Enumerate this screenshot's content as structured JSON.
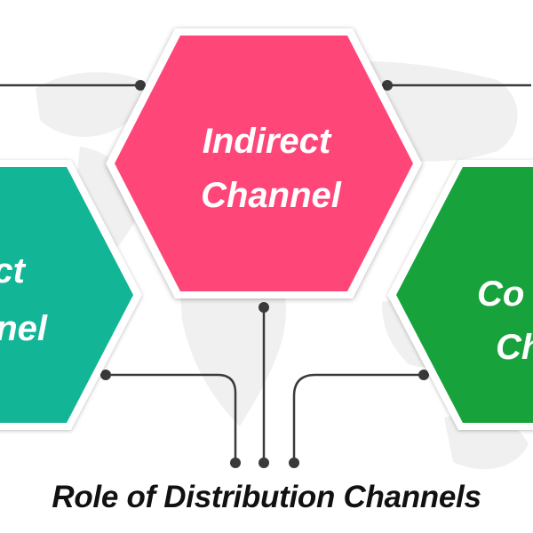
{
  "title": "Role of Distribution Channels",
  "hexagons": {
    "center": {
      "line1": "Indirect",
      "line2": "Channel",
      "color": "#ff4678"
    },
    "left": {
      "line1": "ct",
      "line2": "nel",
      "color": "#13b597"
    },
    "right": {
      "line1": "Co",
      "line2": "Ch",
      "color": "#17a23c"
    }
  },
  "connector_color": "#3a3a3a",
  "map_color": "#f0f0f0"
}
